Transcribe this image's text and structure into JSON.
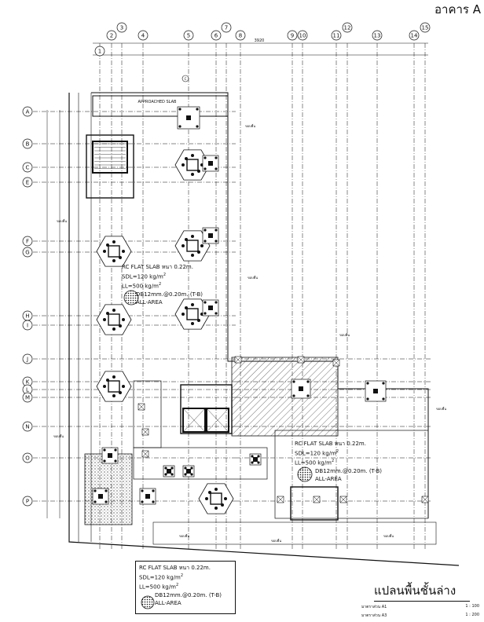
{
  "header": {
    "building": "อาคาร A"
  },
  "grid": {
    "top": [
      "1",
      "2",
      "3",
      "4",
      "5",
      "6",
      "7",
      "8",
      "9",
      "10",
      "11",
      "12",
      "13",
      "14",
      "15"
    ],
    "left": [
      "A",
      "B",
      "C",
      "E",
      "F",
      "G",
      "H",
      "I",
      "J",
      "K",
      "L",
      "M",
      "N",
      "O",
      "P"
    ]
  },
  "annotations": {
    "approached_slab": "APPROACHED SLAB",
    "overall_dim": "3920",
    "edge_tag": "ขอบพื้น",
    "section_tag": "C"
  },
  "slab_notes": [
    {
      "line1": "RC FLAT SLAB หนา 0.22m.",
      "sdl": "SDL=120 kg/m",
      "ll": "LL=500 kg/m",
      "rebar": "DB12mm.@0.20m.",
      "rebar_suffix": "(T-B)",
      "area": "ALL-AREA"
    },
    {
      "line1": "RC FLAT SLAB หนา 0.22m.",
      "sdl": "SDL=120 kg/m",
      "ll": "LL=500 kg/m",
      "rebar": "DB12mm.@0.20m.",
      "rebar_suffix": "(T-B)",
      "area": "ALL-AREA"
    },
    {
      "line1": "RC FLAT SLAB หนา 0.22m.",
      "sdl": "SDL=120 kg/m",
      "ll": "LL=500 kg/m",
      "rebar": "DB12mm.@0.20m.",
      "rebar_suffix": "(T-B)",
      "area": "ALL-AREA"
    }
  ],
  "title_block": {
    "title": "แปลนพื้นชั้นล่าง",
    "scale_a1_label": "มาตราส่วน A1",
    "scale_a1_value": "1 : 100",
    "scale_a3_label": "มาตราส่วน A3",
    "scale_a3_value": "1 : 200"
  }
}
